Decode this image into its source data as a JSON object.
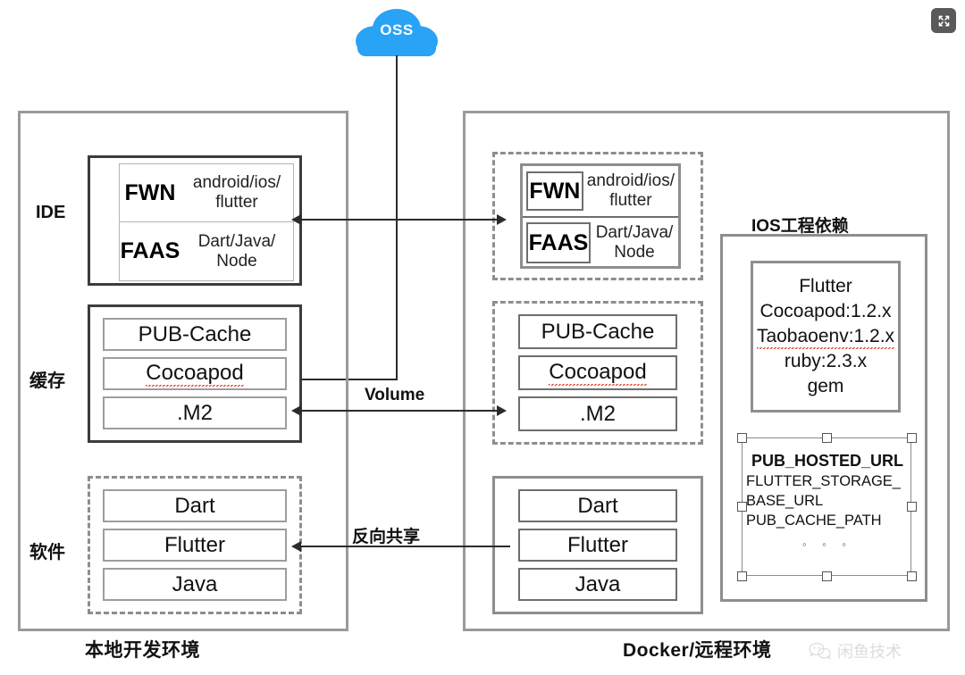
{
  "diagram": {
    "title": "Local vs Docker/Remote development environment architecture",
    "cloud": {
      "label": "OSS",
      "color": "#29a3f5"
    }
  },
  "toolbar": {
    "fullscreen_icon": "expand-arrows-icon"
  },
  "left_panel": {
    "caption": "本地开发环境",
    "rows": [
      {
        "label": "IDE"
      },
      {
        "label": "缓存"
      },
      {
        "label": "软件"
      }
    ],
    "ide": {
      "items": [
        {
          "key": "FWN",
          "value": "android/ios/\nflutter",
          "value_line1": "android/ios/",
          "value_line2": "flutter"
        },
        {
          "key": "FAAS",
          "value": "Dart/Java/\nNode",
          "value_line1": "Dart/Java/",
          "value_line2": "Node"
        }
      ]
    },
    "cache": {
      "items": [
        "PUB-Cache",
        "Cocoapod",
        ".M2"
      ]
    },
    "software": {
      "items": [
        "Dart",
        "Flutter",
        "Java"
      ]
    }
  },
  "right_panel": {
    "caption": "Docker/远程环境",
    "ide": {
      "items": [
        {
          "key": "FWN",
          "value_line1": "android/ios/",
          "value_line2": "flutter"
        },
        {
          "key": "FAAS",
          "value_line1": "Dart/Java/",
          "value_line2": "Node"
        }
      ]
    },
    "cache": {
      "items": [
        "PUB-Cache",
        "Cocoapod",
        ".M2"
      ]
    },
    "software": {
      "items": [
        "Dart",
        "Flutter",
        "Java"
      ]
    },
    "ios_dependencies": {
      "title": "IOS工程依赖",
      "items": [
        "Flutter",
        "Cocoapod:1.2.x",
        "Taobaoenv:1.2.x",
        "ruby:2.3.x",
        "gem"
      ]
    },
    "env_vars": {
      "items": [
        "PUB_HOSTED_URL",
        "FLUTTER_STORAGE_",
        "BASE_URL",
        "PUB_CACHE_PATH"
      ],
      "ellipsis": "◦ ◦ ◦"
    }
  },
  "connectors": [
    {
      "name": "volume",
      "label": "Volume"
    },
    {
      "name": "reverse-share",
      "label": "反向共享"
    }
  ],
  "watermark": {
    "text": "闲鱼技术",
    "icon": "wechat-icon"
  }
}
